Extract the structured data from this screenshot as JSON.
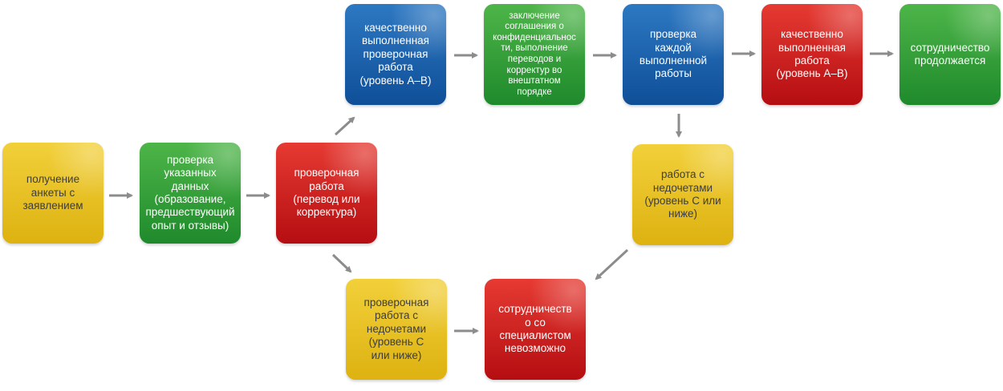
{
  "nodes": {
    "application": "получение\nанкеты с\nзаявлением",
    "verify_data": "проверка\nуказанных\nданных\n(образование,\nпредшествующий\nопыт и отзывы)",
    "test_work": "проверочная\nработа\n(перевод или\nкорректура)",
    "quality_test": "качественно\nвыполненная\nпроверочная\nработа\n(уровень А–В)",
    "agreement": "заключение\nсоглашения о\nконфиденциальнос\nти, выполнение\nпереводов и\nкорректур во\nвнештатном\nпорядке",
    "check_each": "проверка\nкаждой\nвыполненной\nработы",
    "quality_work": "качественно\nвыполненная\nработа\n(уровень А–В)",
    "cooperation_continues": "сотрудничество\nпродолжается",
    "work_defects": "работа с\nнедочетами\n(уровень С или\nниже)",
    "test_defects": "проверочная\nработа с\nнедочетами\n(уровень С\nили ниже)",
    "cooperation_impossible": "сотрудничеств\nо со\nспециалистом\nневозможно"
  },
  "colors": {
    "yellow": "#ddb211",
    "green": "#1f8a2c",
    "red": "#b50e12",
    "blue": "#0f4f98",
    "arrow": "#8c8c8c"
  }
}
